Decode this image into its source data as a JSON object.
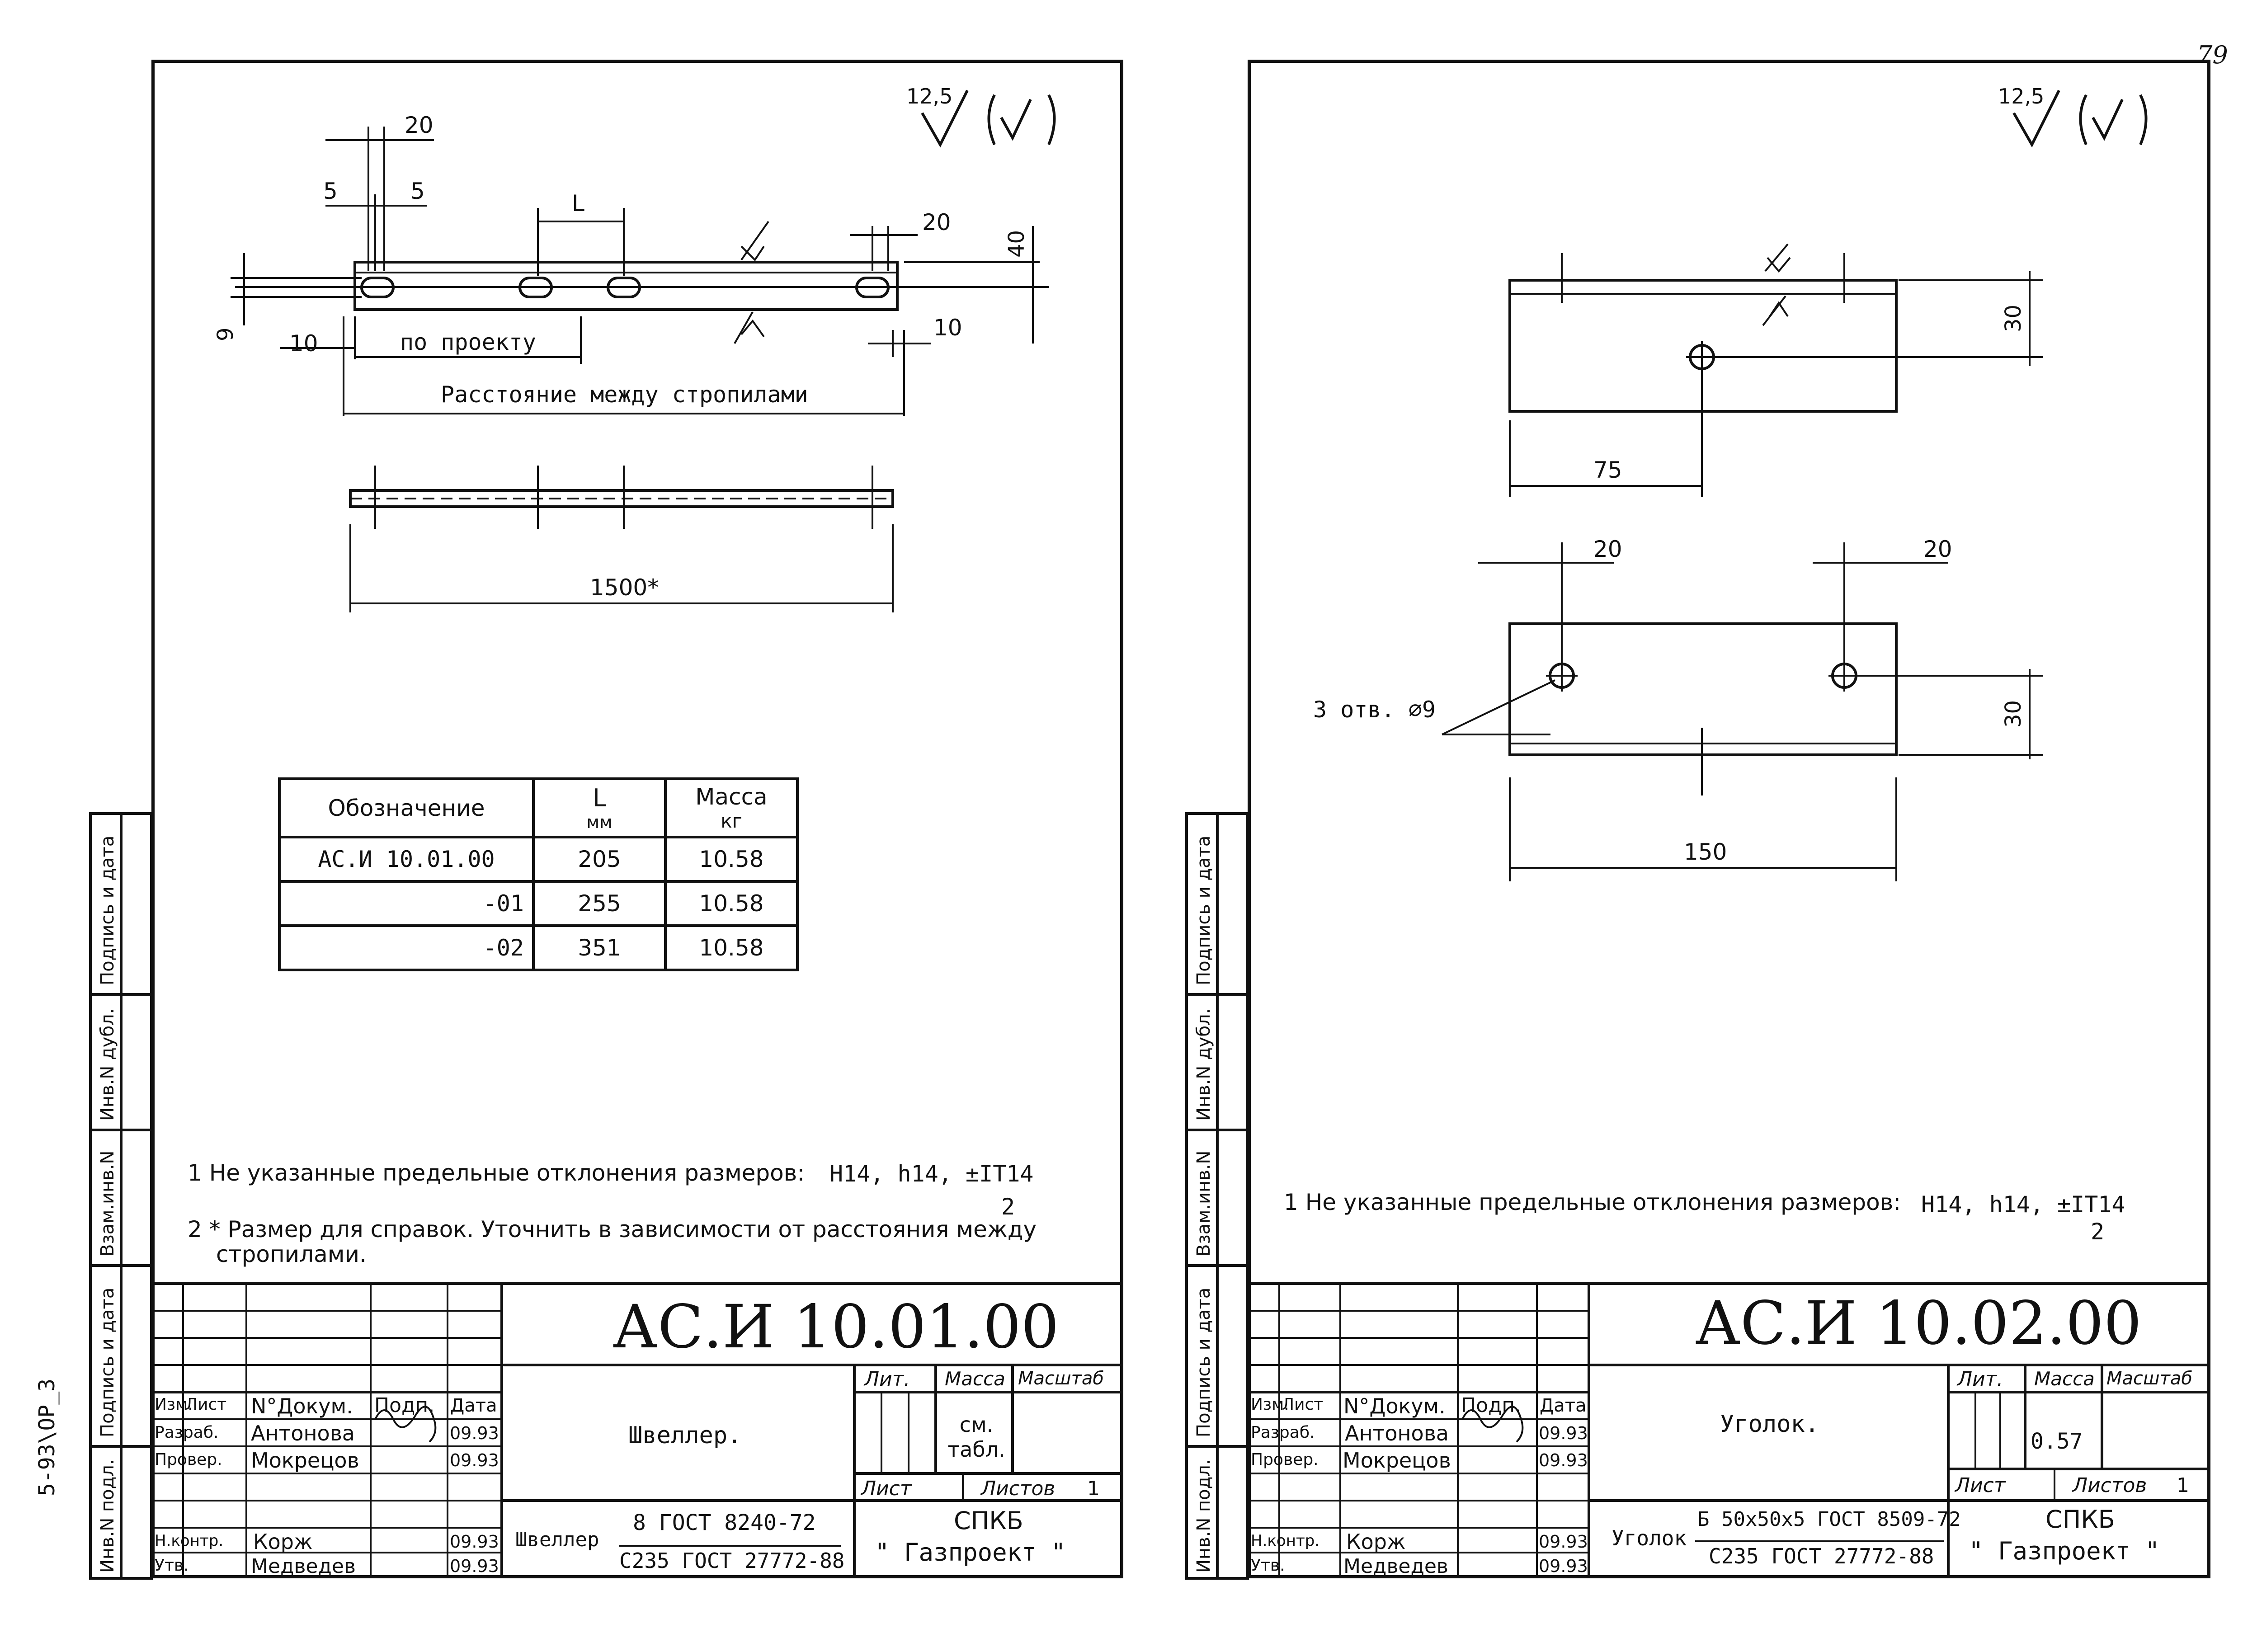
{
  "page_mark": "79",
  "archive_code": "5-93\\ОР_3",
  "roughness": "12,5",
  "side_labels": [
    "Подпись и дата",
    "Инв.N дубл.",
    "Взам.инв.N",
    "Подпись и дата",
    "Инв.N подл."
  ],
  "left": {
    "dims": {
      "d20_top": "20",
      "d5_left": "5",
      "d5_right": "5",
      "dL": "L",
      "d20_right": "20",
      "d40": "40",
      "d9": "9",
      "d10_left": "10",
      "d10_right": "10",
      "po_proektu": "по проекту",
      "rafter_spacing": "Расстояние между стропилами",
      "total_length": "1500*"
    },
    "table": {
      "headers": [
        "Обозначение",
        "L",
        "мм",
        "Масса",
        "кг"
      ],
      "rows": [
        [
          "АС.И 10.01.00",
          "205",
          "10.58"
        ],
        [
          "-01",
          "255",
          "10.58"
        ],
        [
          "-02",
          "351",
          "10.58"
        ]
      ]
    },
    "notes": {
      "n1": "1 Не указанные предельные отклонения размеров:",
      "n1_tol": "H14, h14, ±IT14",
      "n1_denom": "2",
      "n2_line1": "2 * Размер для справок. Уточнить в зависимости от расстояния между",
      "n2_line2": "стропилами."
    },
    "title_block": {
      "code": "АС.И 10.01.00",
      "name": "Швеллер.",
      "lit": "Лит.",
      "massa": "Масса",
      "masshtab": "Масштаб",
      "mass_value": "см. табл.",
      "list": "Лист",
      "listov": "Листов",
      "listov_value": "1",
      "material_label": "Швеллер",
      "material_line1": "8 ГОСТ 8240-72",
      "material_line2": "С235 ГОСТ 27772-88",
      "org_line1": "СПКБ",
      "org_line2": "\" Газпроект \"",
      "head": [
        "Изм.",
        "Лист",
        "N°Докум.",
        "Подп.",
        "Дата"
      ],
      "rows": [
        [
          "Разраб.",
          "Антонова",
          "09.93"
        ],
        [
          "Провер.",
          "Мокрецов",
          "09.93"
        ],
        [
          "Н.контр.",
          "Корж",
          "09.93"
        ],
        [
          "Утв.",
          "Медведев",
          "09.93"
        ]
      ]
    }
  },
  "right": {
    "dims": {
      "d30_top": "30",
      "d75": "75",
      "d20_left": "20",
      "d20_right": "20",
      "holes": "3 отв. ⌀9",
      "d30_bottom": "30",
      "d150": "150"
    },
    "notes": {
      "n1": "1 Не указанные предельные отклонения размеров:",
      "n1_tol": "H14, h14, ±IT14",
      "n1_denom": "2"
    },
    "title_block": {
      "code": "АС.И 10.02.00",
      "name": "Уголок.",
      "lit": "Лит.",
      "massa": "Масса",
      "masshtab": "Масштаб",
      "mass_value": "0.57",
      "list": "Лист",
      "listov": "Листов",
      "listov_value": "1",
      "material_label": "Уголок",
      "material_line1": "Б 50x50x5 ГОСТ 8509-72",
      "material_line2": "С235 ГОСТ 27772-88",
      "org_line1": "СПКБ",
      "org_line2": "\" Газпроект \"",
      "head": [
        "Изм.",
        "Лист",
        "N°Докум.",
        "Подп.",
        "Дата"
      ],
      "rows": [
        [
          "Разраб.",
          "Антонова",
          "09.93"
        ],
        [
          "Провер.",
          "Мокрецов",
          "09.93"
        ],
        [
          "Н.контр.",
          "Корж",
          "09.93"
        ],
        [
          "Утв.",
          "Медведев",
          "09.93"
        ]
      ]
    }
  }
}
